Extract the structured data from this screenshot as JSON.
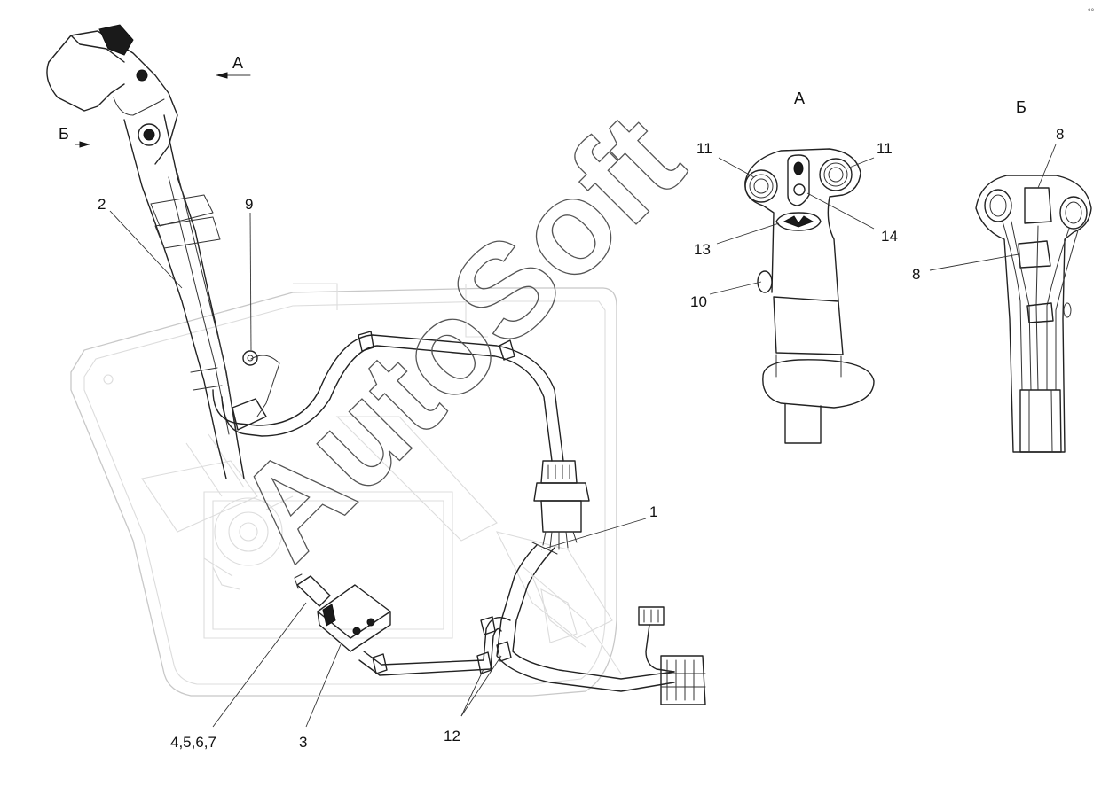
{
  "watermark": "AutoSoft",
  "corner_mark": "°°",
  "views": {
    "a": {
      "title": "А"
    },
    "b": {
      "title": "Б"
    }
  },
  "section_arrows": {
    "a": "А",
    "b": "Б"
  },
  "callouts": {
    "c1": "1",
    "c2": "2",
    "c3": "3",
    "c4567": "4,5,6,7",
    "c9": "9",
    "c12": "12",
    "va_11_left": "11",
    "va_11_right": "11",
    "va_13": "13",
    "va_14": "14",
    "va_10": "10",
    "vb_8_top": "8",
    "vb_8_left": "8"
  }
}
